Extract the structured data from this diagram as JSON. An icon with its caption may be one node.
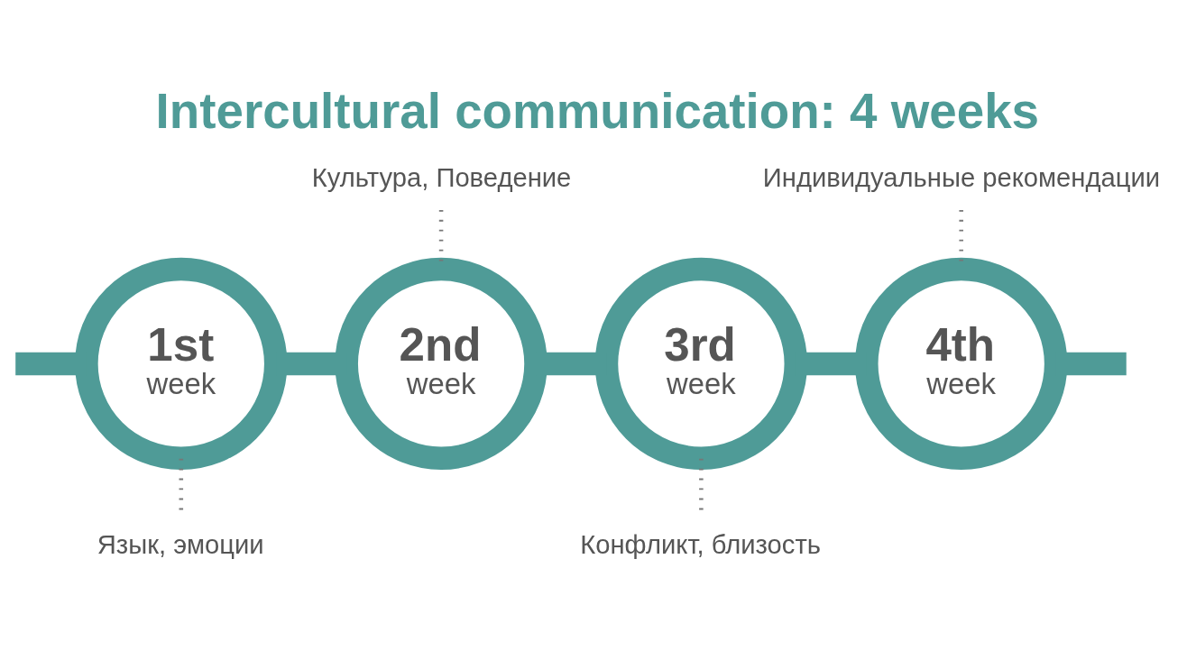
{
  "diagram": {
    "title": "Intercultural communication: 4 weeks",
    "nodes": [
      {
        "text": [
          "1st",
          "week"
        ]
      },
      {
        "text": [
          "2nd",
          "week"
        ]
      },
      {
        "text": [
          "3rd",
          "week"
        ]
      },
      {
        "text": [
          "4th",
          "week"
        ]
      },
      {
        "text": [
          "Язык, эмоции"
        ]
      },
      {
        "text": [
          "Культура, Поведение"
        ]
      },
      {
        "text": [
          "Конфликт, близость"
        ]
      },
      {
        "text": [
          "Индивидуальные рекомендации"
        ]
      }
    ],
    "edges": [
      {
        "from": null,
        "to": 0,
        "arrow": "none"
      },
      {
        "from": 0,
        "to": 1,
        "arrow": "none"
      },
      {
        "from": 1,
        "to": 2,
        "arrow": "none"
      },
      {
        "from": 2,
        "to": 3,
        "arrow": "none"
      },
      {
        "from": 3,
        "to": null,
        "arrow": "none"
      },
      {
        "from": 4,
        "to": 0,
        "arrow": "none",
        "style": "dashed",
        "color": "#777777"
      },
      {
        "from": 5,
        "to": 1,
        "arrow": "none",
        "style": "dashed",
        "color": "#777777"
      },
      {
        "from": 6,
        "to": 2,
        "arrow": "none",
        "style": "dashed",
        "color": "#777777"
      },
      {
        "from": 7,
        "to": 3,
        "arrow": "none",
        "style": "dashed",
        "color": "#777777"
      }
    ]
  }
}
